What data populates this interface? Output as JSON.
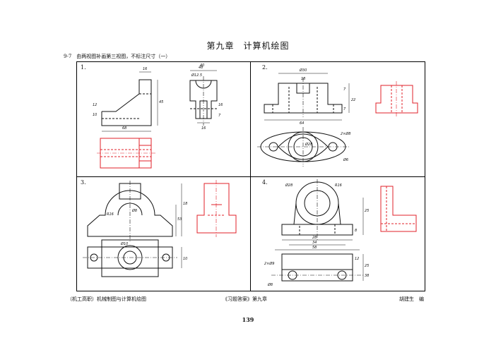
{
  "header": {
    "chapter_title": "第九章　计算机绘图",
    "exercise_line": "9-7　由两视图补画第三视图，不标注尺寸（一）"
  },
  "problems": [
    {
      "number": "1.",
      "dims": [
        "16",
        "48",
        "12",
        "10",
        "45",
        "68",
        "40",
        "Ø12.5",
        "16",
        "16",
        "7"
      ]
    },
    {
      "number": "2.",
      "dims": [
        "Ø30",
        "18",
        "7",
        "22",
        "7",
        "64",
        "2×Ø8",
        "Ø28",
        "Ø6"
      ]
    },
    {
      "number": "3.",
      "dims": [
        "R16",
        "Ø8",
        "18",
        "53",
        "Ø10",
        "10"
      ]
    },
    {
      "number": "4.",
      "dims": [
        "Ø28",
        "R16",
        "25",
        "8",
        "28",
        "34",
        "58",
        "12",
        "25",
        "38",
        "2×Ø9",
        "Ø8"
      ]
    }
  ],
  "footer": {
    "left": "（机工高职）机械制图与计算机绘图",
    "center": "《习题答案》第九章",
    "right": "胡建生　编"
  },
  "page_number": "139",
  "colors": {
    "line": "#111111",
    "answer": "#e0202a"
  }
}
